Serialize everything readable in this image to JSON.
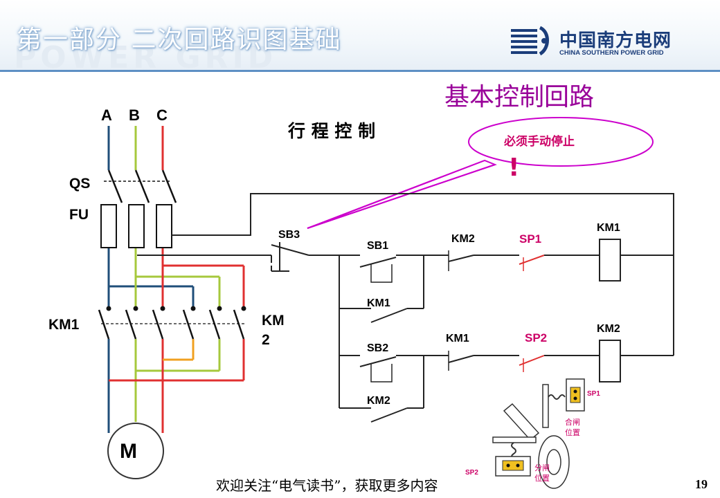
{
  "header": {
    "section_title": "第一部分 二次回路识图基础",
    "watermark": "POWER GRID",
    "logo_cn": "中国南方电网",
    "logo_en": "CHINA SOUTHERN POWER GRID"
  },
  "diagram": {
    "title": "基本控制回路",
    "subtitle": "行 程 控 制",
    "callout": "必须手动停止",
    "callout_mark": "!",
    "phases": [
      "A",
      "B",
      "C"
    ],
    "labels": {
      "qs": "QS",
      "fu": "FU",
      "km1_main": "KM1",
      "km2_main_1": "KM",
      "km2_main_2": "2",
      "motor": "M",
      "sb3": "SB3",
      "sb1": "SB1",
      "sb2": "SB2",
      "km1_seal": "KM1",
      "km2_seal": "KM2",
      "km2_interlock": "KM2",
      "km1_interlock": "KM1",
      "sp1": "SP1",
      "sp2": "SP2",
      "km1_coil": "KM1",
      "km2_coil": "KM2",
      "sp1_small": "SP1",
      "sp2_small": "SP2",
      "close_pos_1": "合闸",
      "close_pos_2": "位置",
      "open_pos_1": "分闸",
      "open_pos_2": "位置"
    },
    "colors": {
      "phase_a": "#1f4e79",
      "phase_b": "#a6c83c",
      "phase_c": "#e03030",
      "crossover_orange": "#f0a020",
      "callout": "#cc00cc",
      "magenta_label": "#cc0066"
    }
  },
  "footer": {
    "note": "欢迎关注“电气读书”，获取更多内容",
    "page_number": "19"
  }
}
